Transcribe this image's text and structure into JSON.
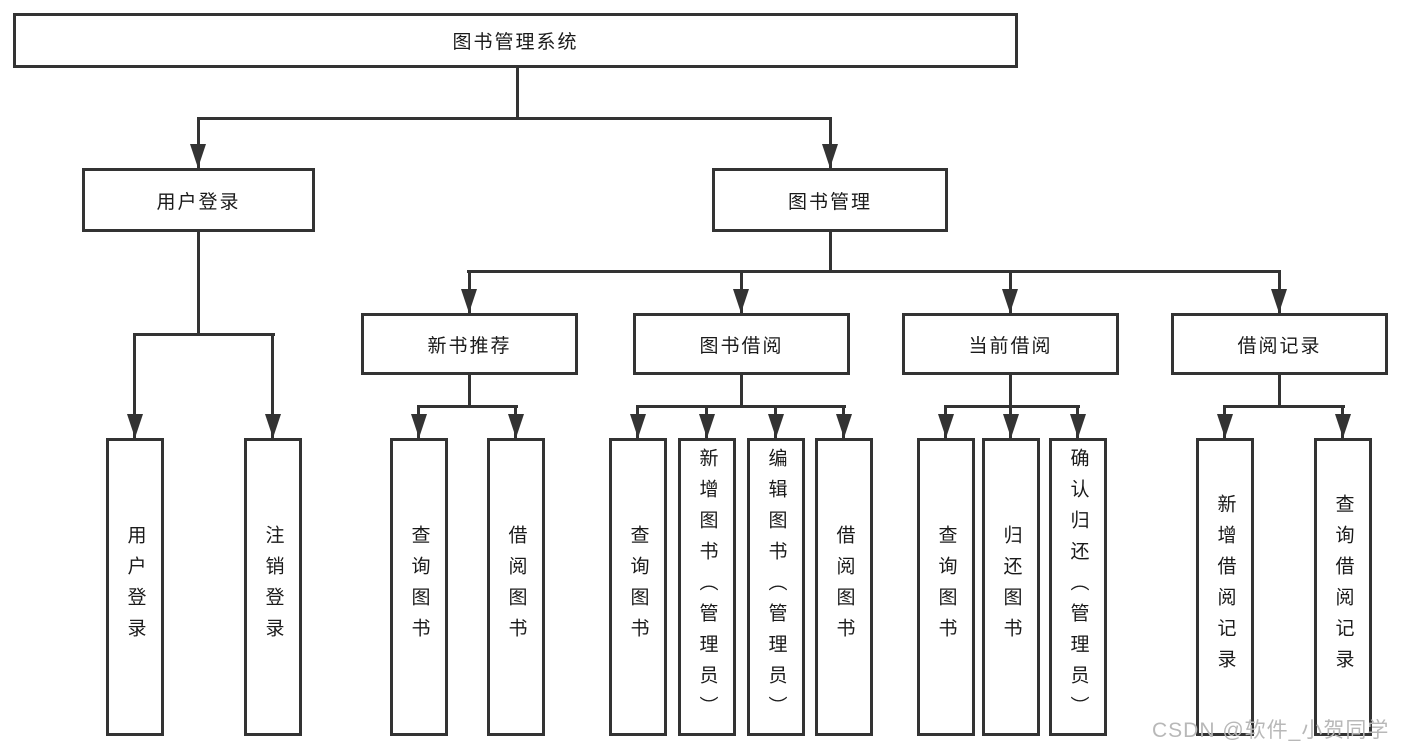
{
  "diagram": {
    "title_node": "图书管理系统",
    "branches": [
      {
        "label": "用户登录",
        "children": [
          {
            "label": "用户登录"
          },
          {
            "label": "注销登录"
          }
        ]
      },
      {
        "label": "图书管理",
        "children": [
          {
            "label": "新书推荐",
            "children": [
              {
                "label": "查询图书"
              },
              {
                "label": "借阅图书"
              }
            ]
          },
          {
            "label": "图书借阅",
            "children": [
              {
                "label": "查询图书"
              },
              {
                "label": "新增图书（管理员）"
              },
              {
                "label": "编辑图书（管理员）"
              },
              {
                "label": "借阅图书"
              }
            ]
          },
          {
            "label": "当前借阅",
            "children": [
              {
                "label": "查询图书"
              },
              {
                "label": "归还图书"
              },
              {
                "label": "确认归还（管理员）"
              }
            ]
          },
          {
            "label": "借阅记录",
            "children": [
              {
                "label": "新增借阅记录"
              },
              {
                "label": "查询借阅记录"
              }
            ]
          }
        ]
      }
    ]
  },
  "watermark": {
    "text": "CSDN @软件_小贺同学"
  },
  "colors": {
    "line": "#333333",
    "box_border": "#333333",
    "box_fill": "#ffffff",
    "text": "#1a1a1a",
    "watermark": "#b8b8b8",
    "background": "#ffffff"
  }
}
